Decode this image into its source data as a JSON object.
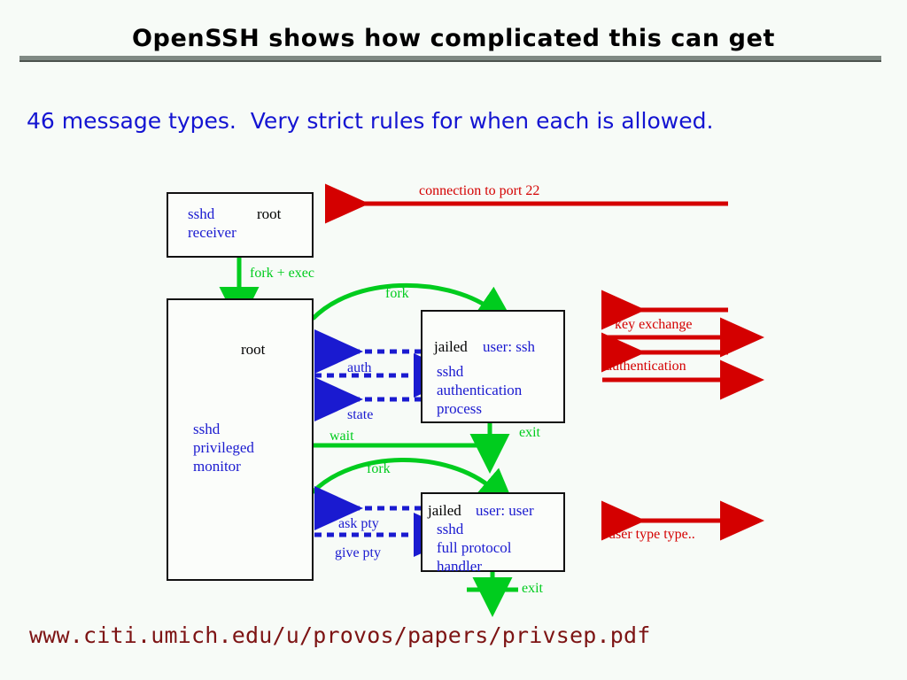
{
  "slide": {
    "title": "OpenSSH shows how complicated this can get",
    "subtitle": "46 message types.  Very strict rules for when each is allowed.",
    "footer_url": "www.citi.umich.edu/u/provos/papers/privsep.pdf",
    "background_color": "#f7fbf7",
    "title_color": "#000000",
    "subtitle_color": "#1414d2",
    "footer_color": "#7d1414",
    "rule_color": "#808a84"
  },
  "diagram": {
    "colors": {
      "process_green": "#00cc1e",
      "message_red": "#d40000",
      "ipc_blue": "#1a1ad0",
      "box_border": "#111111",
      "box_fill": "#fbfdfa"
    },
    "boxes": [
      {
        "id": "sshd-receiver",
        "user_label": "root",
        "user_label_color": "#000000",
        "lines": [
          "sshd",
          "receiver"
        ],
        "lines_color": "#1a1ad0"
      },
      {
        "id": "privileged-monitor",
        "user_label": "root",
        "user_label_color": "#000000",
        "lines": [
          "sshd",
          "privileged",
          "monitor"
        ],
        "lines_color": "#1a1ad0"
      },
      {
        "id": "jailed-auth",
        "jail_label": "jailed",
        "user_label": "user: ssh",
        "lines": [
          "sshd",
          "authentication",
          "process"
        ],
        "lines_color": "#1a1ad0"
      },
      {
        "id": "jailed-handler",
        "jail_label": "jailed",
        "user_label": "user: user",
        "lines": [
          "sshd",
          "full protocol",
          "handler"
        ],
        "lines_color": "#1a1ad0"
      }
    ],
    "labels": {
      "connection": "connection to port 22",
      "fork_exec": "fork + exec",
      "fork_top": "fork",
      "fork_bottom": "fork",
      "auth": "auth",
      "state": "state",
      "wait": "wait",
      "exit_top": "exit",
      "exit_bottom": "exit",
      "ask_pty": "ask pty",
      "give_pty": "give pty",
      "key_exchange": "key exchange",
      "authentication": "authentication",
      "user_type": "user type type.."
    }
  }
}
